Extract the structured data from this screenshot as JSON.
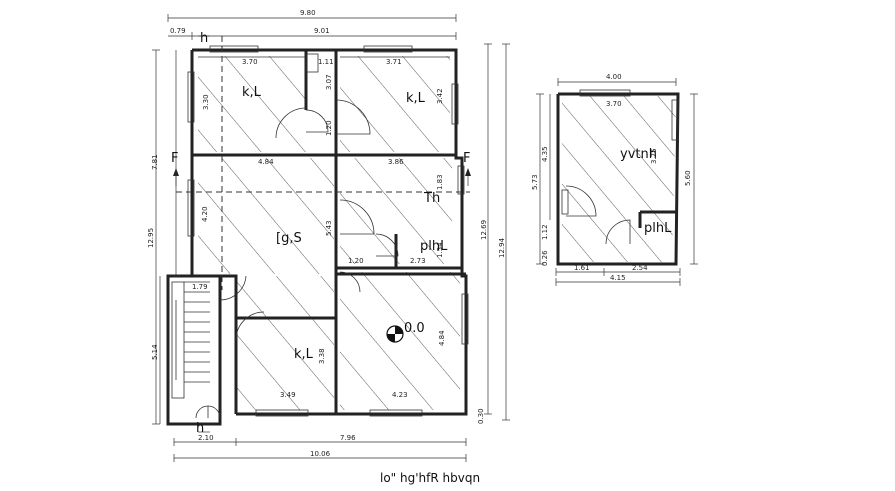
{
  "plan": {
    "dims_main": {
      "top_total": "9.80",
      "top_inner": "9.01",
      "top_offset": "0.79",
      "left_total": "12.95",
      "left_upper": "7.81",
      "left_lower": "5.14",
      "right_total": "12.69",
      "right_total2": "12.94",
      "bottom_left": "2.10",
      "bottom_mid": "7.96",
      "bottom_total": "10.06",
      "room1_w": "3.70",
      "room1_h": "3.30",
      "room2_w": "3.71",
      "room2_h": "3.42",
      "hall_a": "4.84",
      "hall_b": "3.86",
      "hall_h": "4.20",
      "hall_h2": "5.43",
      "small_w": "1.11",
      "small_h": "3.07",
      "mid_h": "1.20",
      "mid_w": "1.20",
      "bath_w": "2.73",
      "bath_h": "1.54",
      "stair_w": "1.79",
      "room3_w": "3.49",
      "room3_h": "3.38",
      "room4_w": "4.23",
      "room4_h": "4.84",
      "right_small": "1.83",
      "bottom_edge": "0.30"
    },
    "dims_side": {
      "top": "4.00",
      "inner": "3.70",
      "left_total": "5.73",
      "left_upper": "4.35",
      "left_lower": "1.12",
      "right_total": "5.60",
      "right_inner": "3.75",
      "bottom_a": "1.61",
      "bottom_b": "2.54",
      "bottom_total": "4.15",
      "bottom_edge": "0.26"
    },
    "labels": {
      "room_kl_1": "k,L",
      "room_kl_2": "k,L",
      "room_gs": "[g,S",
      "room_kl_3": "k,L",
      "bath": "plhL",
      "toilet": "Th",
      "level": "0.0",
      "side_room": "yvtnh",
      "side_bath": "plhL",
      "entry_h_top": "h",
      "entry_h_bot": "h",
      "section_f_left": "F",
      "section_f_right": "F"
    },
    "caption": "lo\" hg'hfR hbvqn"
  }
}
